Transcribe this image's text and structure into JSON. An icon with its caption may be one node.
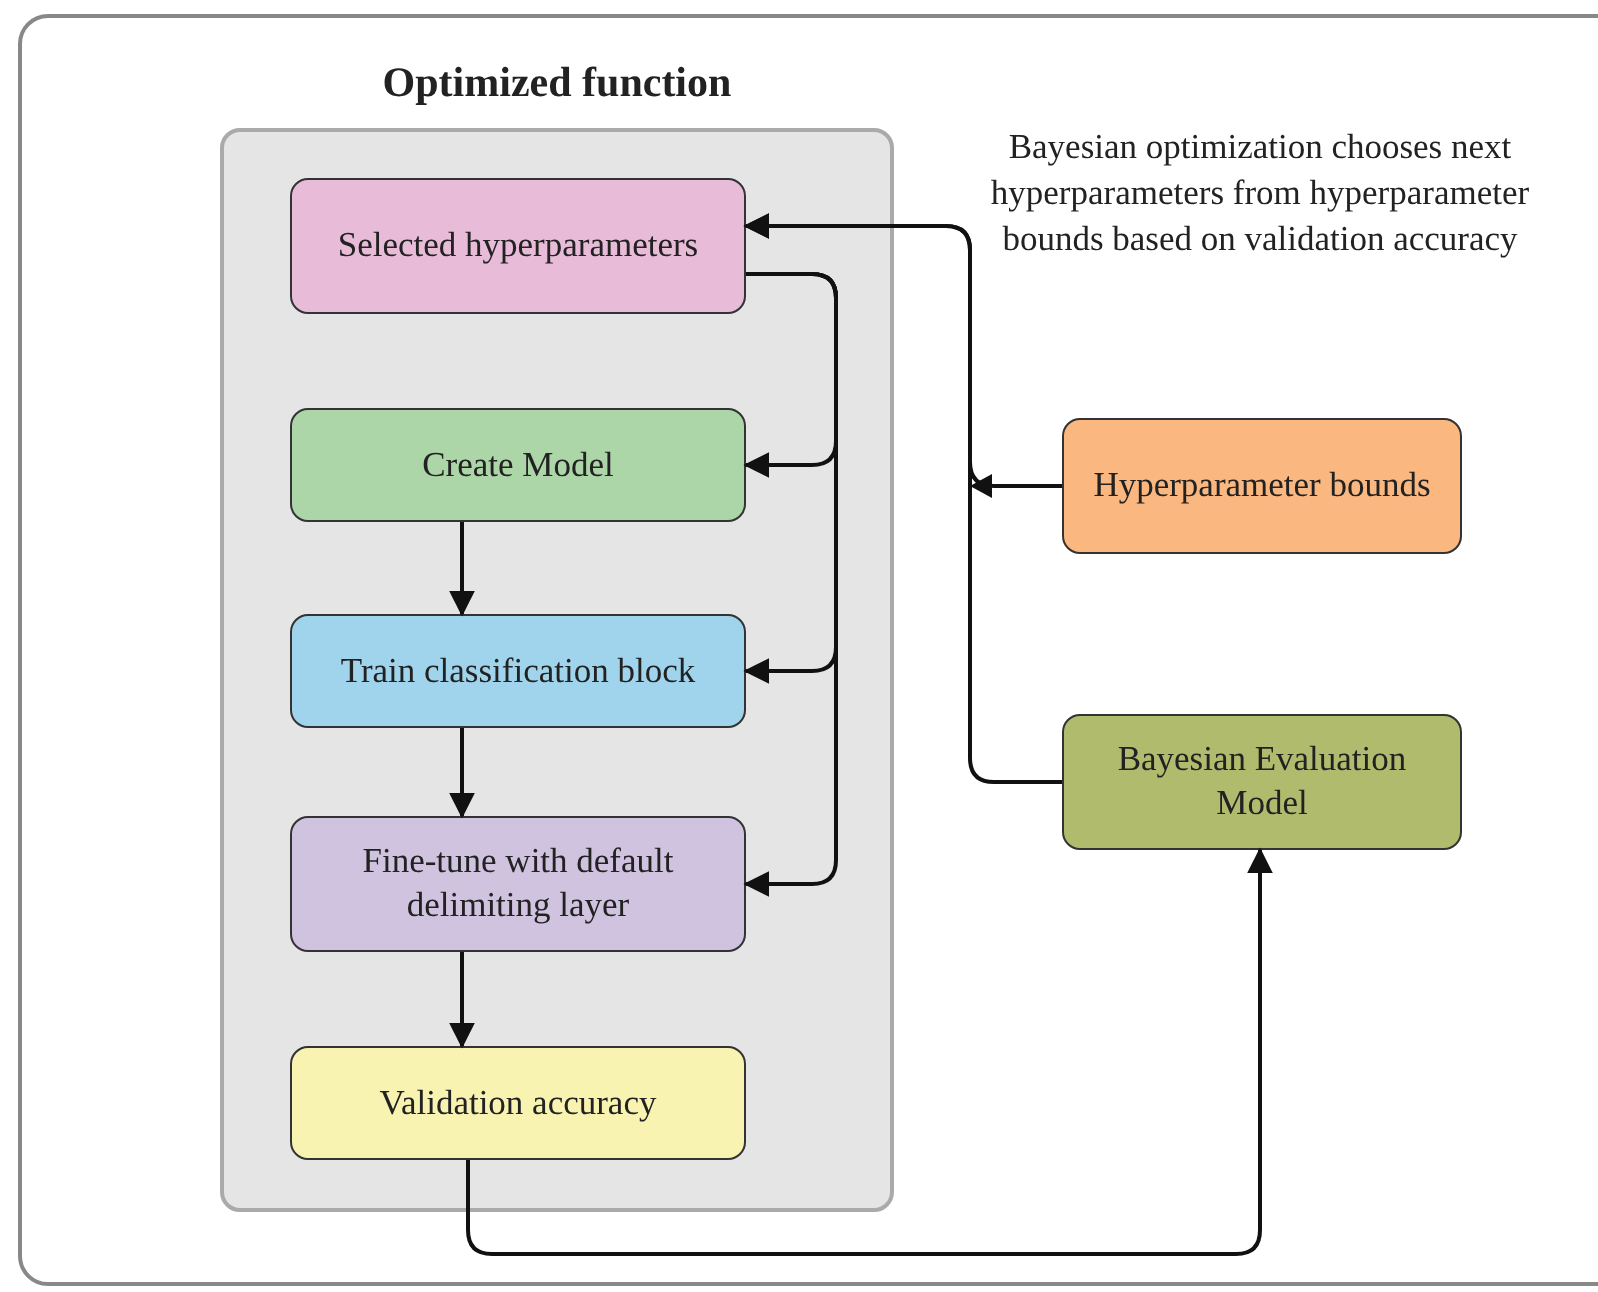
{
  "diagram": {
    "nodes": [
      {
        "text": [
          "Optimized function"
        ]
      },
      {
        "text": [
          "Selected hyperparameters"
        ],
        "in": 0
      },
      {
        "text": [
          "Create Model"
        ],
        "in": 0
      },
      {
        "text": [
          "Train classification block"
        ],
        "in": 0
      },
      {
        "text": [
          "Fine-tune with default delimiting layer"
        ],
        "in": 0
      },
      {
        "text": [
          "Validation accuracy"
        ],
        "in": 0
      },
      {
        "text": [
          "Hyperparameter bounds"
        ]
      },
      {
        "text": [
          "Bayesian Evaluation Model"
        ]
      }
    ],
    "edges": [
      {
        "from": 1,
        "to": 2,
        "arrow": "to"
      },
      {
        "from": 1,
        "to": 3,
        "arrow": "to"
      },
      {
        "from": 1,
        "to": 4,
        "arrow": "to"
      },
      {
        "from": 2,
        "to": 3,
        "arrow": "to"
      },
      {
        "from": 3,
        "to": 4,
        "arrow": "to"
      },
      {
        "from": 4,
        "to": 5,
        "arrow": "to"
      },
      {
        "from": 5,
        "to": 7,
        "arrow": "to"
      },
      {
        "from": 7,
        "to": 1,
        "arrow": "to"
      },
      {
        "from": 6,
        "to": 1,
        "arrow": "to"
      }
    ],
    "labels": [
      "Bayesian optimization chooses next hyperparameters from hyperparameter bounds based on validation accuracy"
    ]
  }
}
